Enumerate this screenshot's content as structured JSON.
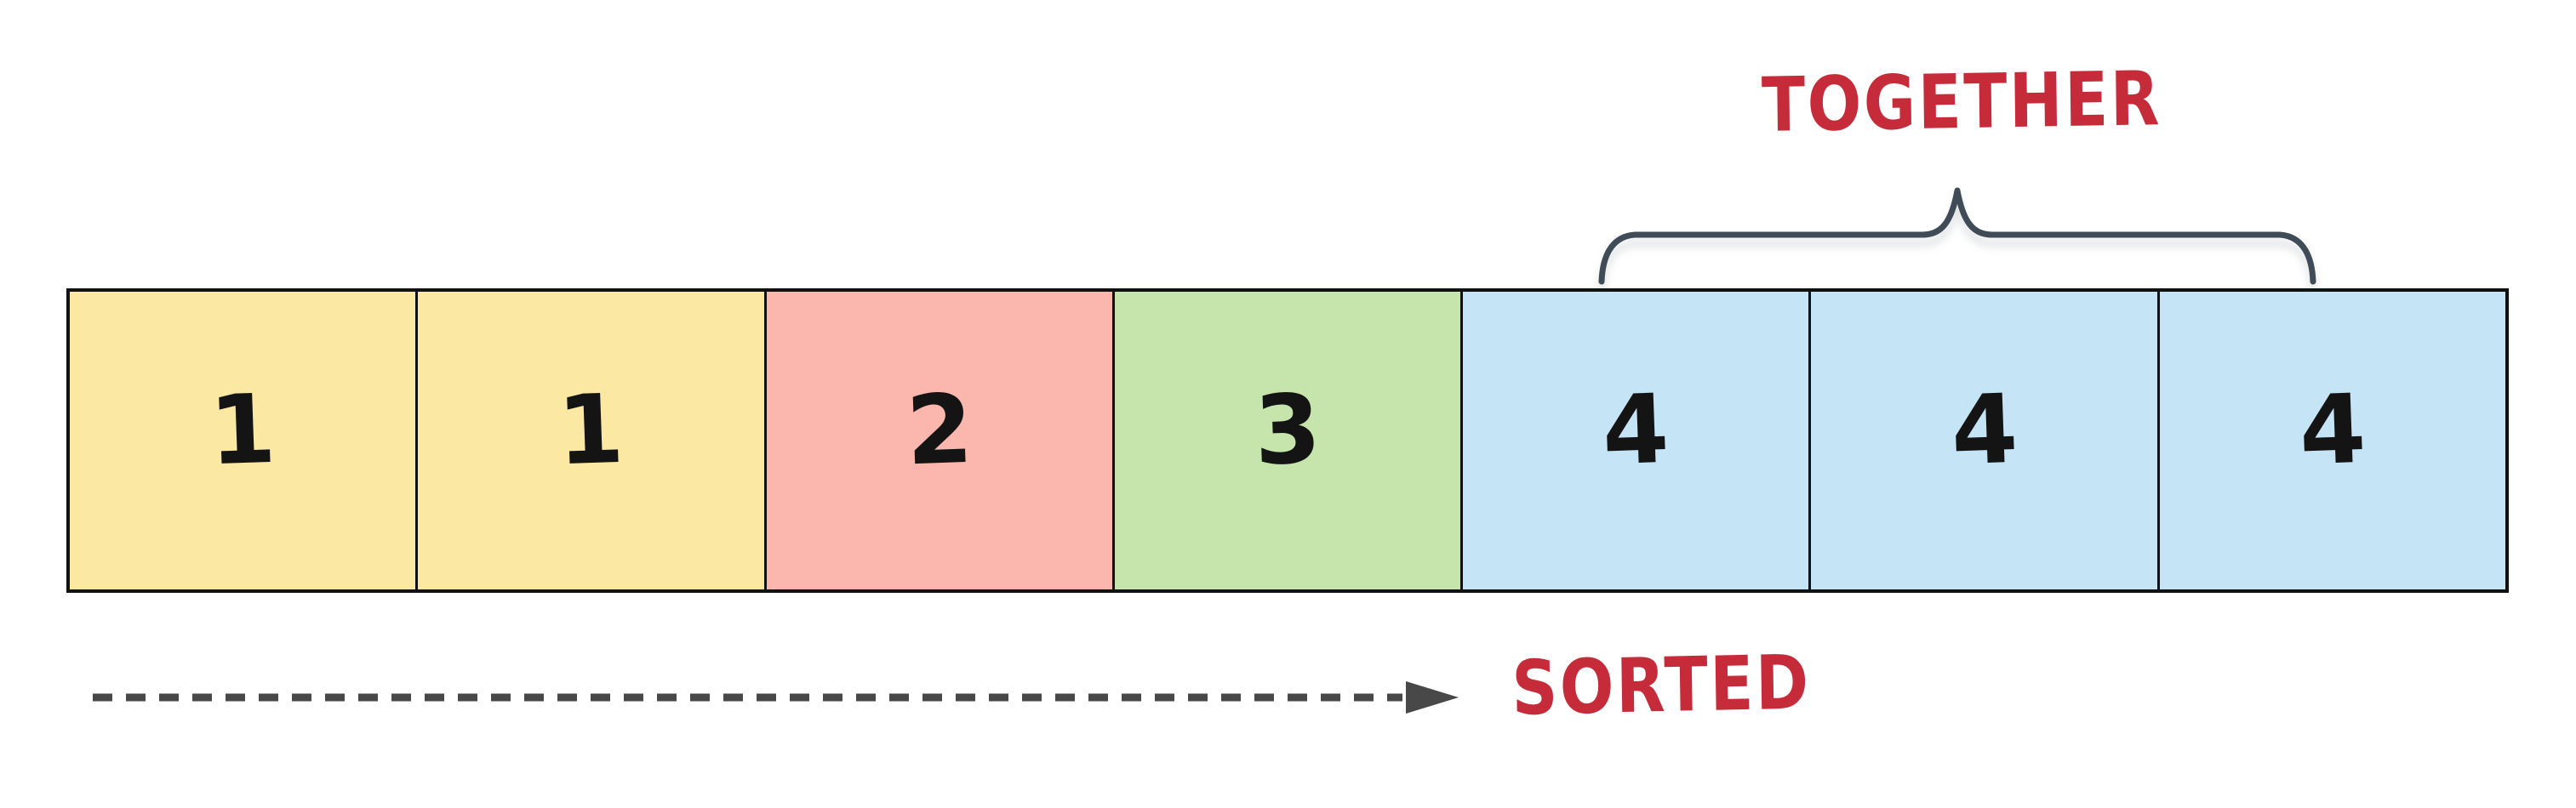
{
  "array": {
    "cells": [
      {
        "value": "1",
        "color": "#FBE8A3"
      },
      {
        "value": "1",
        "color": "#FBE8A3"
      },
      {
        "value": "2",
        "color": "#FBB7AD"
      },
      {
        "value": "3",
        "color": "#C5E5AD"
      },
      {
        "value": "4",
        "color": "#C5E4F5"
      },
      {
        "value": "4",
        "color": "#C5E4F5"
      },
      {
        "value": "4",
        "color": "#C5E4F5"
      }
    ]
  },
  "annotations": {
    "together_label": "TOGETHER",
    "sorted_label": "SORTED"
  },
  "colors": {
    "label-red": "#C62B39",
    "brace-dark": "#3F4B56",
    "arrow-gray": "#484848",
    "cell-border": "#111111",
    "digit": "#141414",
    "background": "#FFFFFF"
  }
}
